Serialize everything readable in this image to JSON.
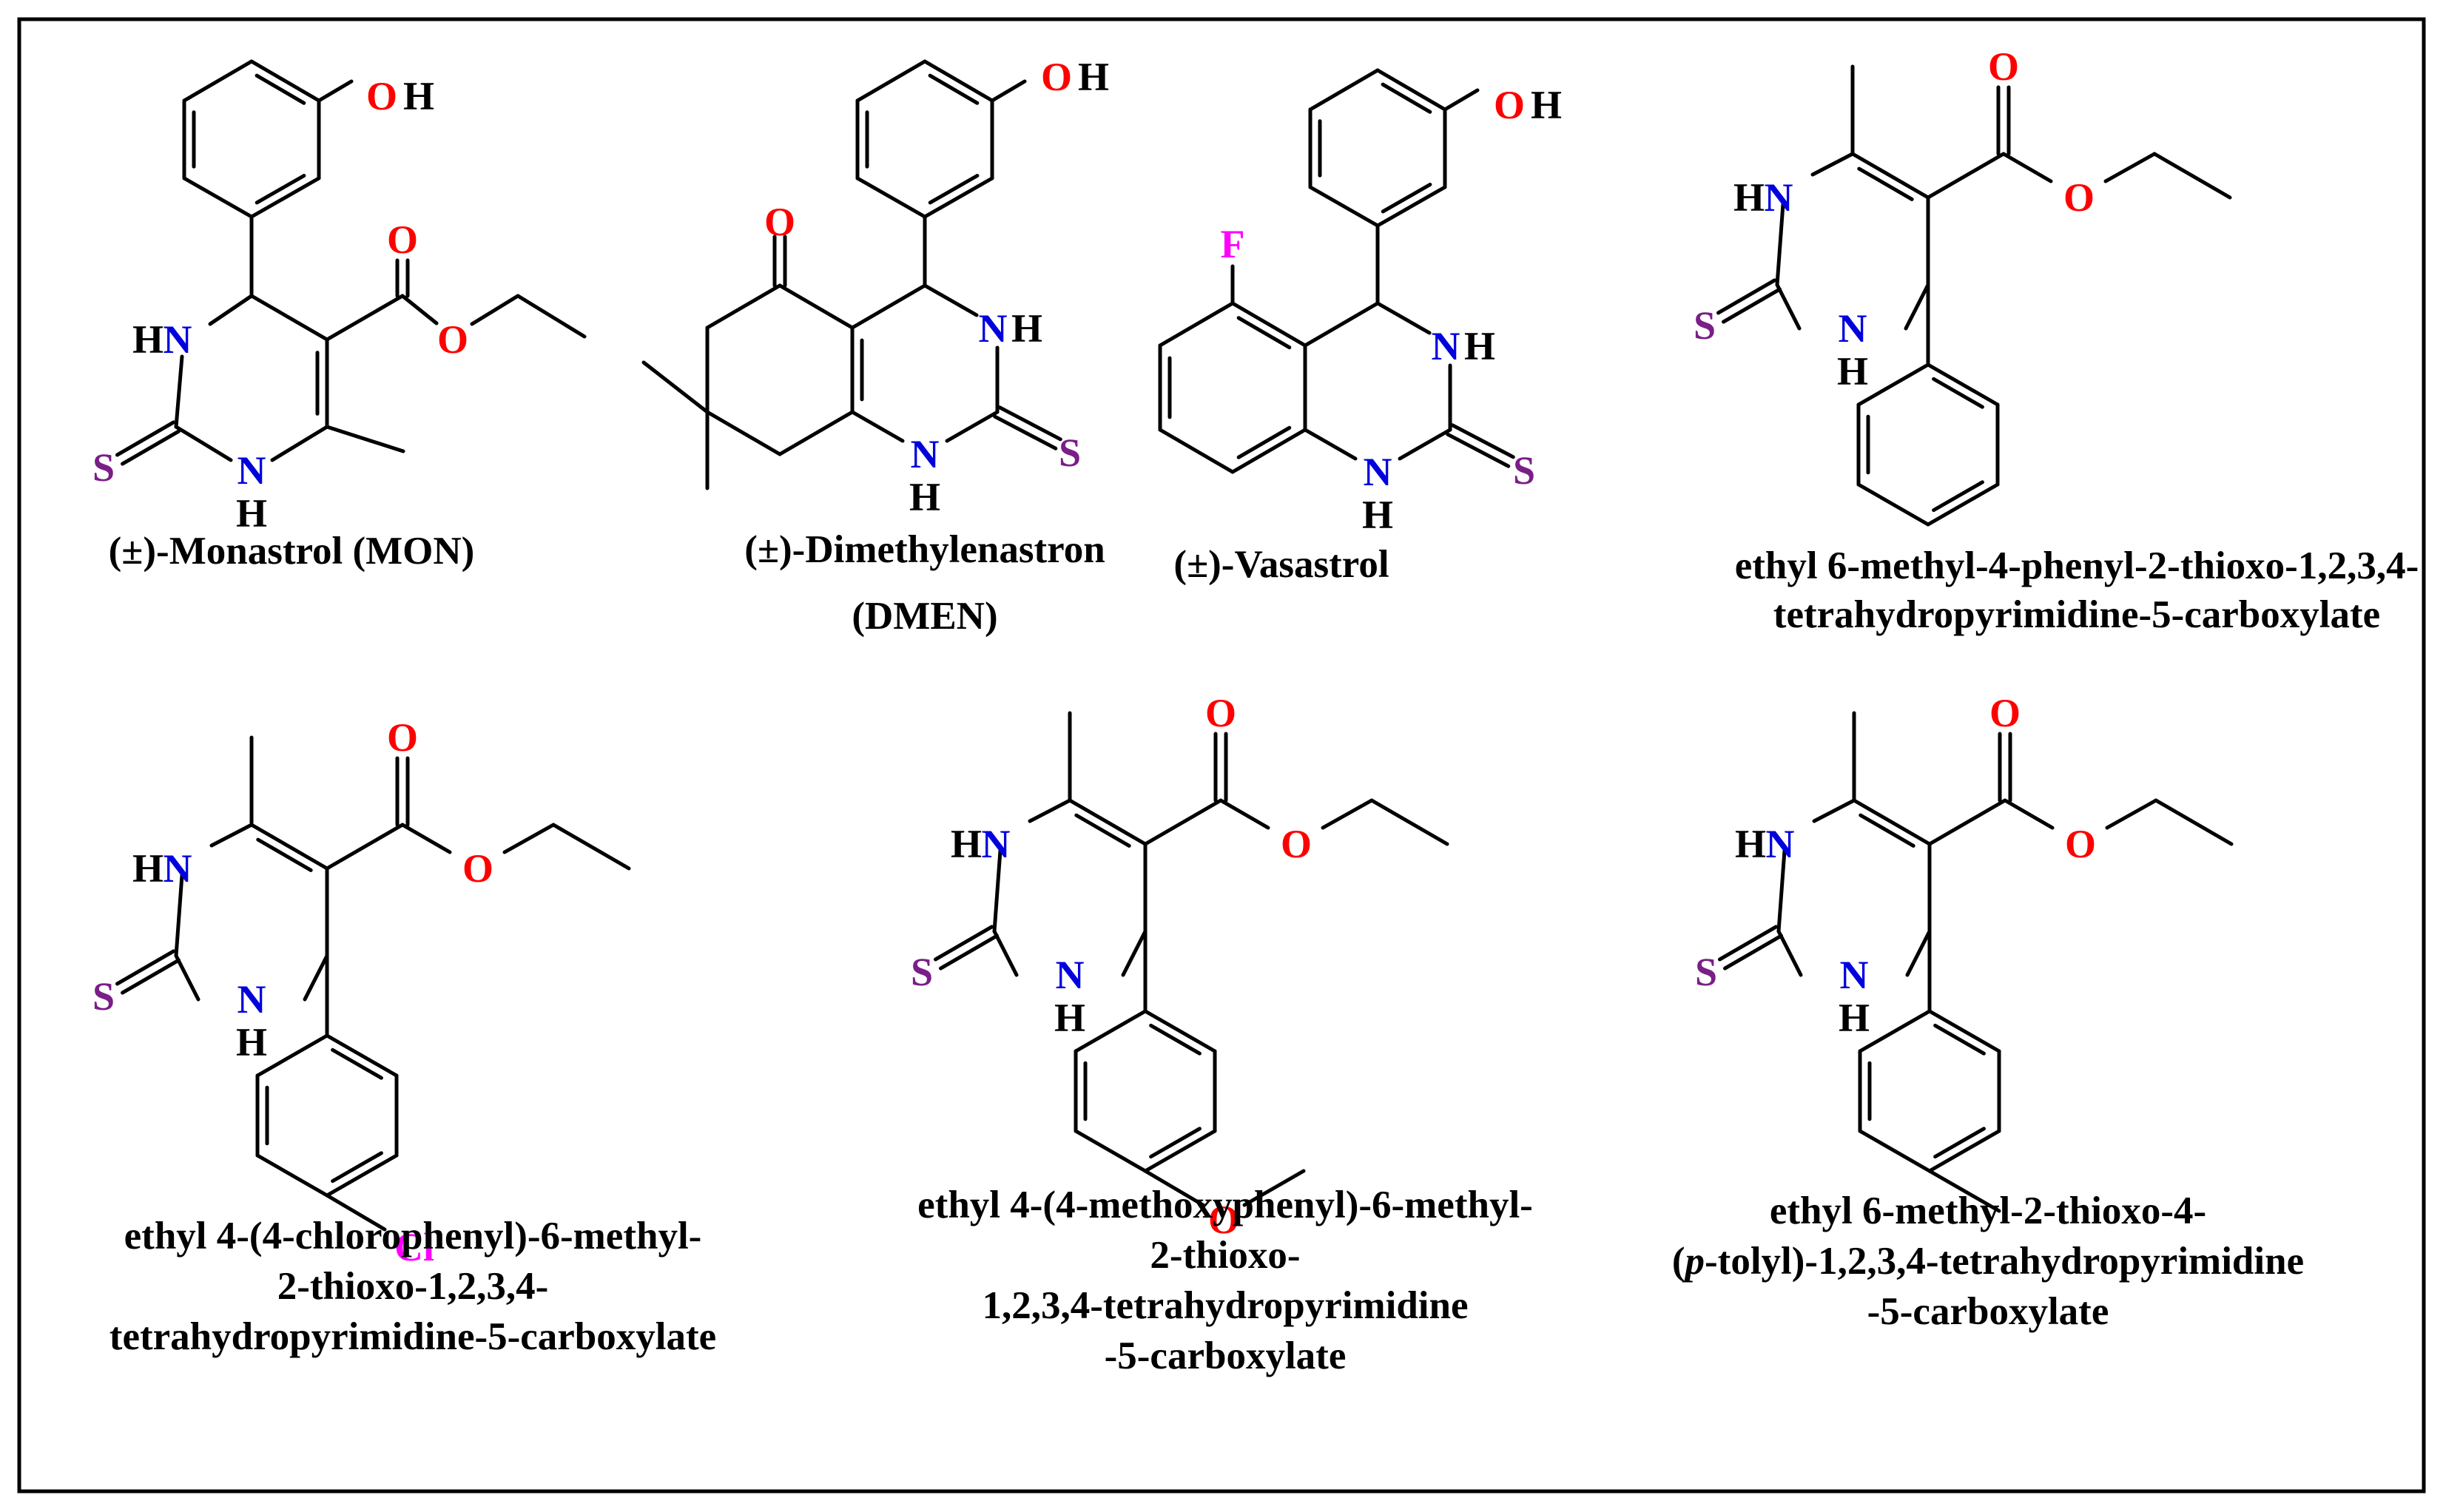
{
  "colors": {
    "background": "#ffffff",
    "frame": "#000000",
    "bond": "#000000",
    "O": "#ff0000",
    "N": "#0000dd",
    "S": "#7a1e88",
    "halogen": "#ff00ff",
    "H": "#000000"
  },
  "compounds": [
    {
      "id": "monastrol",
      "caption_lines": [
        "(±)-Monastrol (MON)"
      ],
      "labels": {
        "OH_O": "O",
        "OH_H": "H",
        "carbonyl_O": "O",
        "ester_O": "O",
        "N_top_H": "H",
        "N_top": "N",
        "N_bot": "N",
        "N_bot_H": "H",
        "S": "S"
      }
    },
    {
      "id": "dimethylenastron",
      "caption_lines": [
        "(±)-Dimethylenastron",
        "(DMEN)"
      ],
      "labels": {
        "OH_O": "O",
        "OH_H": "H",
        "keto_O": "O",
        "N_top": "N",
        "N_top_H": "H",
        "N_bot": "N",
        "N_bot_H": "H",
        "S": "S"
      }
    },
    {
      "id": "vasastrol",
      "caption_lines": [
        "(±)-Vasastrol"
      ],
      "labels": {
        "OH_O": "O",
        "OH_H": "H",
        "F": "F",
        "N_top": "N",
        "N_top_H": "H",
        "N_bot": "N",
        "N_bot_H": "H",
        "S": "S"
      }
    },
    {
      "id": "phenyl",
      "caption_lines": [
        "ethyl 6-methyl-4-phenyl-2-thioxo-1,2,3,4-",
        "tetrahydropyrimidine-5-carboxylate"
      ],
      "labels": {
        "carbonyl_O": "O",
        "ester_O": "O",
        "N_top_H": "H",
        "N_top": "N",
        "N_bot": "N",
        "N_bot_H": "H",
        "S": "S"
      }
    },
    {
      "id": "chlorophenyl",
      "caption_lines": [
        "ethyl 4-(4-chlorophenyl)-6-methyl-",
        "2-thioxo-1,2,3,4-",
        "tetrahydropyrimidine-5-carboxylate"
      ],
      "labels": {
        "carbonyl_O": "O",
        "ester_O": "O",
        "N_top_H": "H",
        "N_top": "N",
        "N_bot": "N",
        "N_bot_H": "H",
        "S": "S",
        "Cl": "Cl"
      }
    },
    {
      "id": "methoxyphenyl",
      "caption_lines": [
        "ethyl 4-(4-methoxyphenyl)-6-methyl-",
        "2-thioxo-",
        "1,2,3,4-tetrahydropyrimidine",
        "-5-carboxylate"
      ],
      "labels": {
        "carbonyl_O": "O",
        "ester_O": "O",
        "N_top_H": "H",
        "N_top": "N",
        "N_bot": "N",
        "N_bot_H": "H",
        "S": "S",
        "methoxy_O": "O"
      }
    },
    {
      "id": "tolyl",
      "caption_lines": [
        "ethyl 6-methyl-2-thioxo-4-",
        "(p-tolyl)-1,2,3,4-tetrahydropyrimidine",
        "-5-carboxylate"
      ],
      "caption_italic": {
        "line": 1,
        "text": "p"
      },
      "labels": {
        "carbonyl_O": "O",
        "ester_O": "O",
        "N_top_H": "H",
        "N_top": "N",
        "N_bot": "N",
        "N_bot_H": "H",
        "S": "S"
      }
    }
  ]
}
